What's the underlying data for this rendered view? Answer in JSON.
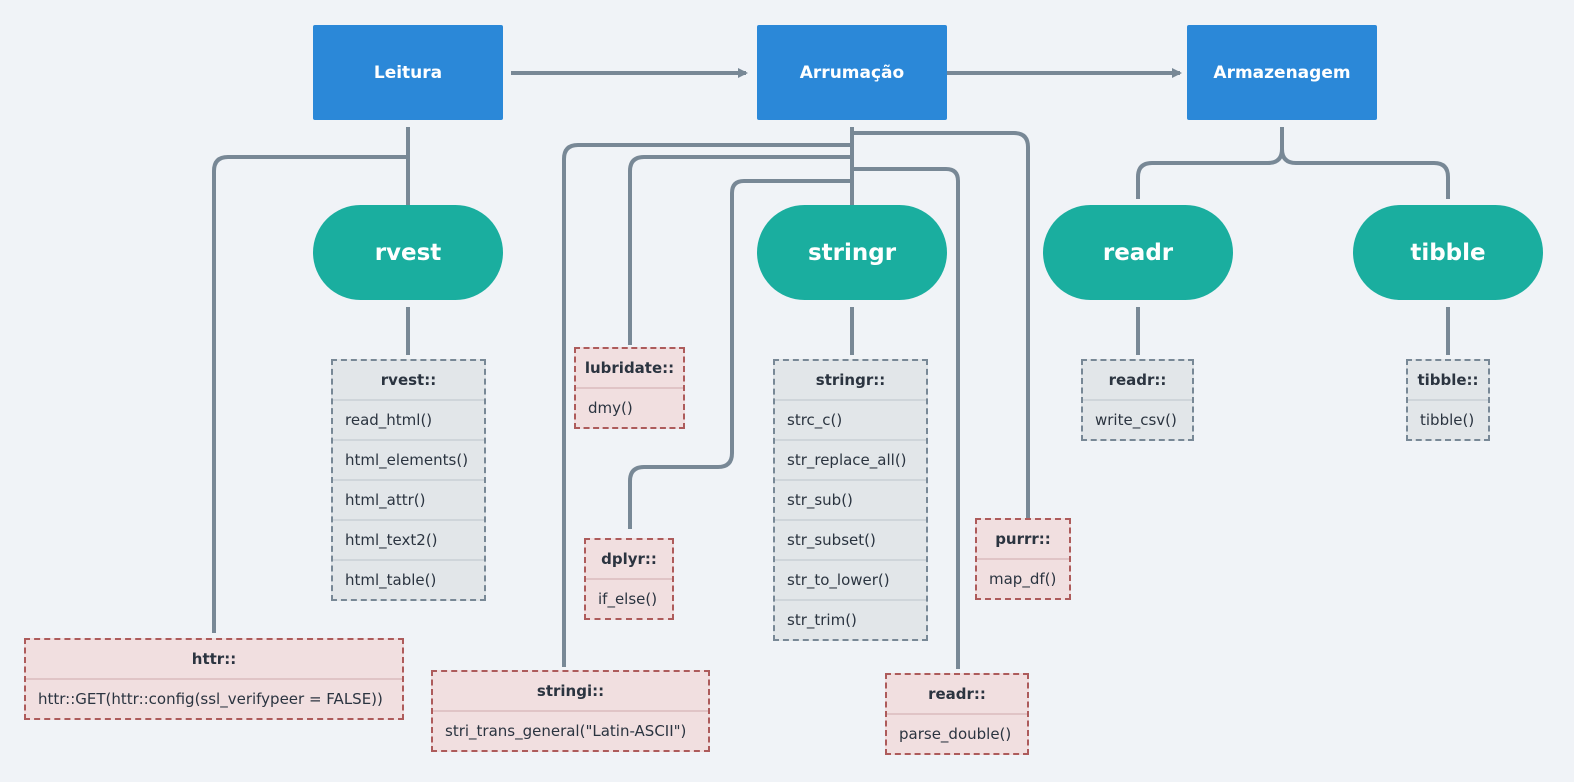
{
  "stages": {
    "leitura": "Leitura",
    "arrumacao": "Arrumação",
    "armazenagem": "Armazenagem"
  },
  "packages": {
    "rvest": "rvest",
    "stringr": "stringr",
    "readr": "readr",
    "tibble": "tibble"
  },
  "boxes": {
    "rvest": {
      "header": "rvest::",
      "items": [
        "read_html()",
        "html_elements()",
        "html_attr()",
        "html_text2()",
        "html_table()"
      ]
    },
    "stringr": {
      "header": "stringr::",
      "items": [
        "strc_c()",
        "str_replace_all()",
        "str_sub()",
        "str_subset()",
        "str_to_lower()",
        "str_trim()"
      ]
    },
    "readr_store": {
      "header": "readr::",
      "items": [
        "write_csv()"
      ]
    },
    "tibble": {
      "header": "tibble::",
      "items": [
        "tibble()"
      ]
    },
    "httr": {
      "header": "httr::",
      "items": [
        "httr::GET(httr::config(ssl_verifypeer = FALSE))"
      ]
    },
    "lubridate": {
      "header": "lubridate::",
      "items": [
        "dmy()"
      ]
    },
    "dplyr": {
      "header": "dplyr::",
      "items": [
        "if_else()"
      ]
    },
    "purrr": {
      "header": "purrr::",
      "items": [
        "map_df()"
      ]
    },
    "stringi": {
      "header": "stringi::",
      "items": [
        "stri_trans_general(\"Latin-ASCII\")"
      ]
    },
    "readr_parse": {
      "header": "readr::",
      "items": [
        "parse_double()"
      ]
    }
  },
  "colors": {
    "stage": "#2b88d8",
    "package": "#1aae9f",
    "connector": "#788896",
    "main_box_border": "#788896",
    "aux_box_border": "#ad5b5b"
  }
}
